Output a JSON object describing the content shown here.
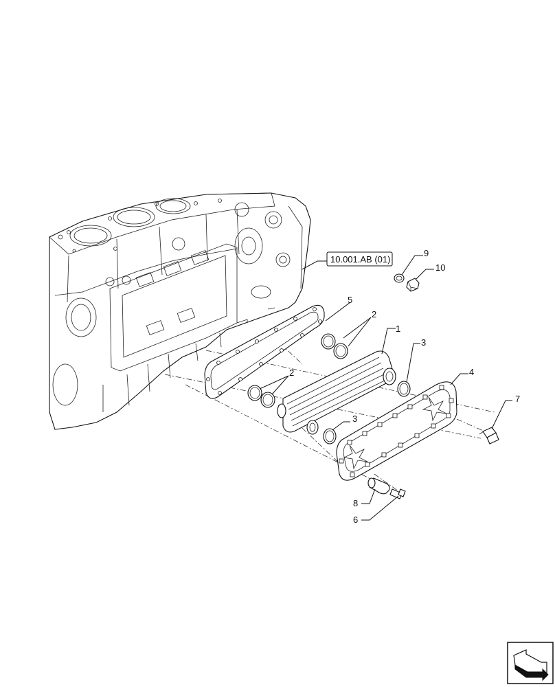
{
  "reference_label": "10.001.AB (01)",
  "callouts": {
    "c1": "1",
    "c2a": "2",
    "c2b": "2",
    "c3a": "3",
    "c3b": "3",
    "c4": "4",
    "c5": "5",
    "c6": "6",
    "c7": "7",
    "c8": "8",
    "c9": "9",
    "c10": "10"
  },
  "icons": {
    "navigation": "next-page-arrow-icon"
  }
}
